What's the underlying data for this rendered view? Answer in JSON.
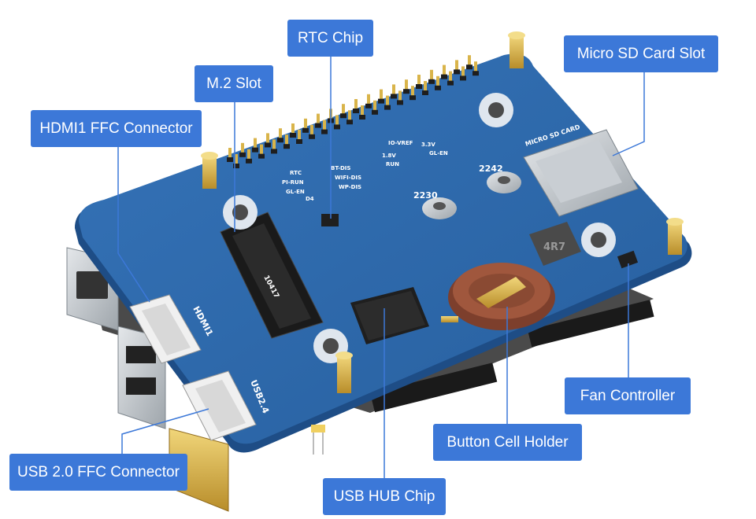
{
  "callouts": {
    "rtc_chip": "RTC Chip",
    "m2_slot": "M.2 Slot",
    "hdmi_ffc": "HDMI1 FFC Connector",
    "micro_sd": "Micro SD Card Slot",
    "fan_controller": "Fan Controller",
    "button_cell": "Button Cell Holder",
    "usb_hub_chip": "USB HUB Chip",
    "usb_ffc": "USB 2.0 FFC Connector"
  },
  "silkscreen": {
    "micro_sd_card": "MICRO SD CARD",
    "hdmi1": "HDMI1",
    "usb2": "USB2.4",
    "rtc": "RTC",
    "pi_run": "PI-RUN",
    "gl_en": "GL-EN",
    "d4": "D4",
    "bt_dis": "BT-DIS",
    "wifi_dis": "WIFI-DIS",
    "wp_dis": "WP-DIS",
    "io_vref": "IO-VREF",
    "v18": "1.8V",
    "v33": "3.3V",
    "run": "RUN",
    "gl_en2": "GL-EN",
    "size_2242": "2242",
    "size_2230": "2230",
    "inductor": "4R7",
    "m2_chip": "10417"
  },
  "colors": {
    "callout_bg": "#3c78d8",
    "board": "#2d66a8",
    "board_edge": "#1e4d86",
    "leader": "#3c78d8"
  }
}
